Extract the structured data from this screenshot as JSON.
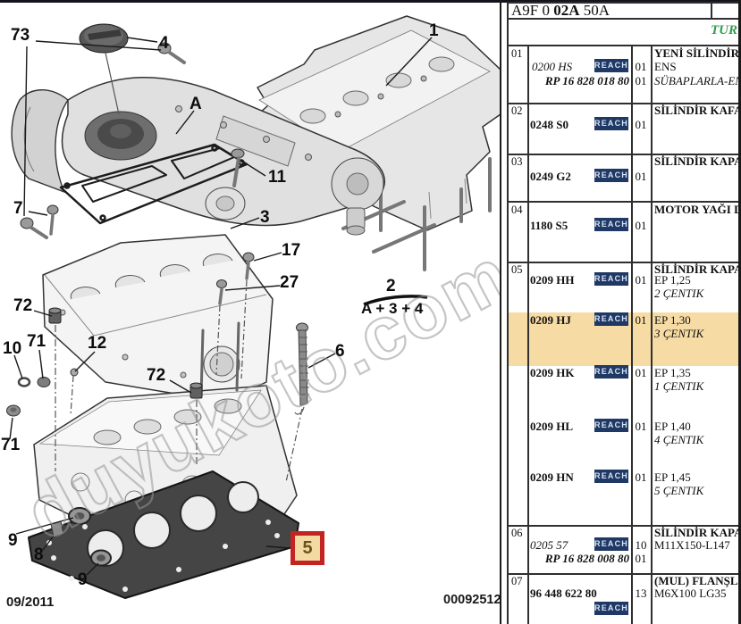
{
  "title_block": {
    "code": "A9F 0 02A 50A",
    "code_parts": [
      "A9F 0 ",
      "02A",
      " 50A"
    ],
    "language": "TUR"
  },
  "footer": {
    "date_code": "09/2011",
    "drawing_number": "00092512"
  },
  "watermark": "duyukoto.com",
  "colors": {
    "highlight": "#f6dba4",
    "reach_badge_bg": "#1f3864",
    "selected_box_red": "#c42421",
    "language_green": "#2e9e4a"
  },
  "diagram": {
    "labels": {
      "l73": "73",
      "l4": "4",
      "lA": "A",
      "l1": "1",
      "l11": "11",
      "l3": "3",
      "l7": "7",
      "l17": "17",
      "l27": "27",
      "l2": "2",
      "formula": "A + 3 + 4",
      "l6": "6",
      "l72a": "72",
      "l10": "10",
      "l71a": "71",
      "l12": "12",
      "l72b": "72",
      "l71b": "71",
      "l9a": "9",
      "l8": "8",
      "l9b": "9",
      "l5": "5"
    }
  },
  "table": {
    "reach": "REACH",
    "rows": [
      {
        "ref": "01",
        "title": "YENİ SİLİNDİR",
        "lines": [
          {
            "code": "0200 HS",
            "qty": "01",
            "desc": "ENS"
          },
          {
            "code": "RP 16 828 018 80",
            "qty": "01",
            "desc": "SÜBAPLARLA-EN"
          }
        ]
      },
      {
        "ref": "02",
        "title": "SİLİNDİR KAFA",
        "lines": [
          {
            "code": "0248 S0",
            "qty": "01",
            "desc": ""
          }
        ]
      },
      {
        "ref": "03",
        "title": "SİLİNDİR KAPA",
        "lines": [
          {
            "code": "0249 G2",
            "qty": "01",
            "desc": ""
          }
        ]
      },
      {
        "ref": "04",
        "title": "MOTOR YAĞI D",
        "lines": [
          {
            "code": "1180 S5",
            "qty": "01",
            "desc": ""
          }
        ]
      },
      {
        "ref": "05",
        "title": "SİLİNDİR KAPA",
        "variants": [
          {
            "code": "0209 HH",
            "qty": "01",
            "ep": "EP 1,25",
            "notch": "2 ÇENTIK"
          },
          {
            "code": "0209 HJ",
            "qty": "01",
            "ep": "EP 1,30",
            "notch": "3 ÇENTIK",
            "highlighted": true
          },
          {
            "code": "0209 HK",
            "qty": "01",
            "ep": "EP 1,35",
            "notch": "1 ÇENTIK"
          },
          {
            "code": "0209 HL",
            "qty": "01",
            "ep": "EP 1,40",
            "notch": "4 ÇENTIK"
          },
          {
            "code": "0209 HN",
            "qty": "01",
            "ep": "EP 1,45",
            "notch": "5 ÇENTIK"
          }
        ]
      },
      {
        "ref": "06",
        "title": "SİLİNDİR KAPA",
        "lines": [
          {
            "code": "0205 57",
            "qty": "10",
            "desc": "M11X150-L147"
          },
          {
            "code": "RP 16 828 008 80",
            "qty": "01",
            "desc": ""
          }
        ]
      },
      {
        "ref": "07",
        "title": "(MUL) FLANŞLI",
        "lines": [
          {
            "code": "96 448 622 80",
            "qty": "13",
            "desc": "M6X100 LG35"
          }
        ]
      }
    ]
  }
}
